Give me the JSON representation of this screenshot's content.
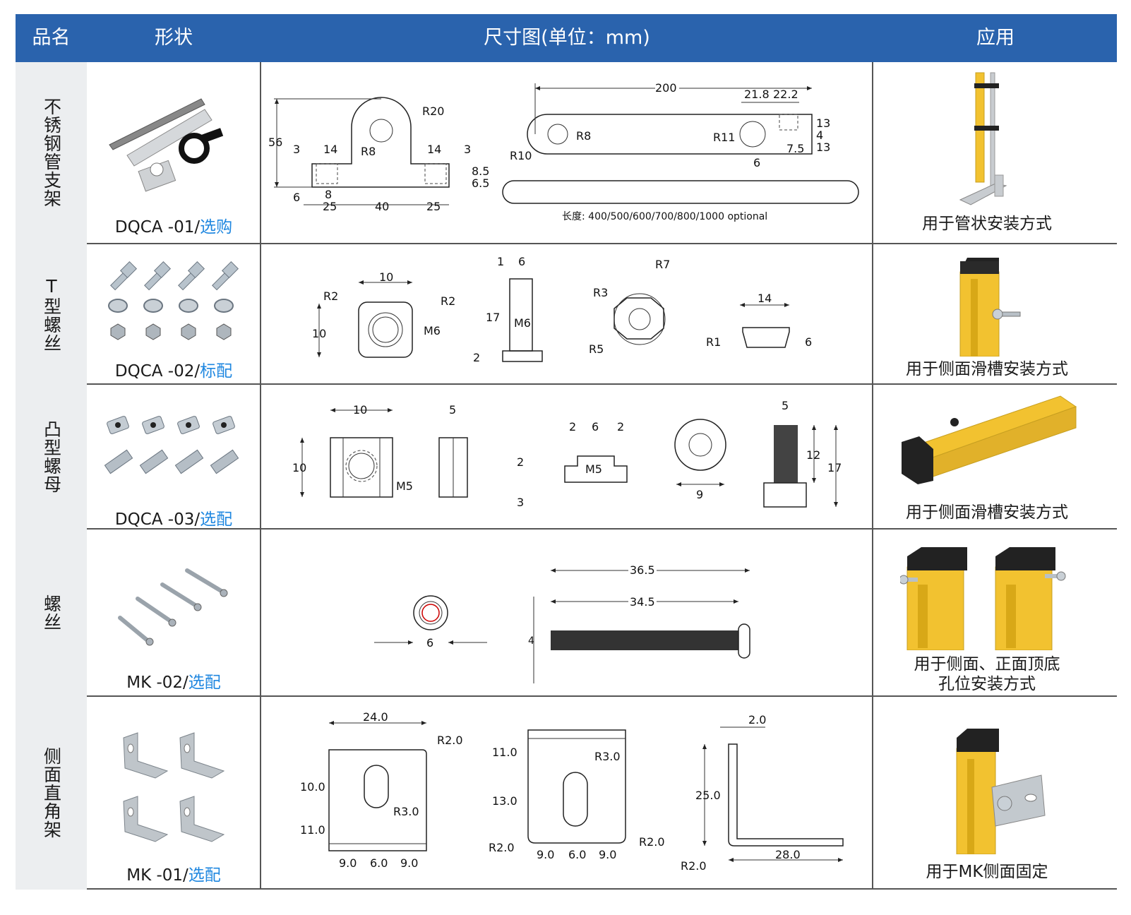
{
  "header": {
    "col_name": "品名",
    "col_shape": "形状",
    "col_dim": "尺寸图(单位：mm)",
    "col_app": "应用"
  },
  "rows": [
    {
      "name": "不锈钢管支架",
      "code": "DQCA -01/",
      "option": "选购",
      "application": "用于管状安装方式",
      "dims": [
        "200",
        "21.8",
        "22.2",
        "R20",
        "56",
        "R8",
        "3",
        "14",
        "14",
        "3",
        "8.5",
        "6.5",
        "6",
        "8",
        "25",
        "40",
        "25",
        "R8",
        "R10",
        "R11",
        "13",
        "4",
        "13",
        "7.5",
        "6"
      ],
      "note": "长度: 400/500/600/700/800/1000 optional"
    },
    {
      "name": "T型螺丝",
      "code": "DQCA -02/",
      "option": "标配",
      "application": "用于侧面滑槽安装方式",
      "dims": [
        "10",
        "R2",
        "R2",
        "10",
        "M6",
        "1",
        "6",
        "17",
        "M6",
        "2",
        "R7",
        "R3",
        "R5",
        "14",
        "R1",
        "6"
      ]
    },
    {
      "name": "凸型螺母",
      "code": "DQCA -03/",
      "option": "选配",
      "application": "用于侧面滑槽安装方式",
      "dims": [
        "10",
        "10",
        "M5",
        "5",
        "2",
        "6",
        "2",
        "2",
        "M5",
        "3",
        "9",
        "5",
        "12",
        "17"
      ]
    },
    {
      "name": "螺丝",
      "code": "MK -02/",
      "option": "选配",
      "application_line1": "用于侧面、正面顶底",
      "application_line2": "孔位安装方式",
      "dims": [
        "6",
        "36.5",
        "34.5",
        "4"
      ]
    },
    {
      "name": "侧面直角架",
      "code": "MK -01/",
      "option": "选配",
      "application": "用于MK侧面固定",
      "dims": [
        "24.0",
        "R2.0",
        "10.0",
        "R3.0",
        "11.0",
        "9.0",
        "6.0",
        "9.0",
        "11.0",
        "R3.0",
        "13.0",
        "R2.0",
        "R2.0",
        "9.0",
        "6.0",
        "9.0",
        "2.0",
        "25.0",
        "R2.0",
        "28.0"
      ]
    }
  ],
  "icons": [
    "tube-bracket-photo",
    "t-bolt-photo",
    "t-nut-photo",
    "screw-photo",
    "angle-bracket-photo",
    "light-curtain-photo"
  ],
  "colors": {
    "header_bg": "#2a63ad",
    "option_text": "#1f87e0",
    "name_col_bg": "#eceef0",
    "profile_yellow": "#f2c230"
  }
}
